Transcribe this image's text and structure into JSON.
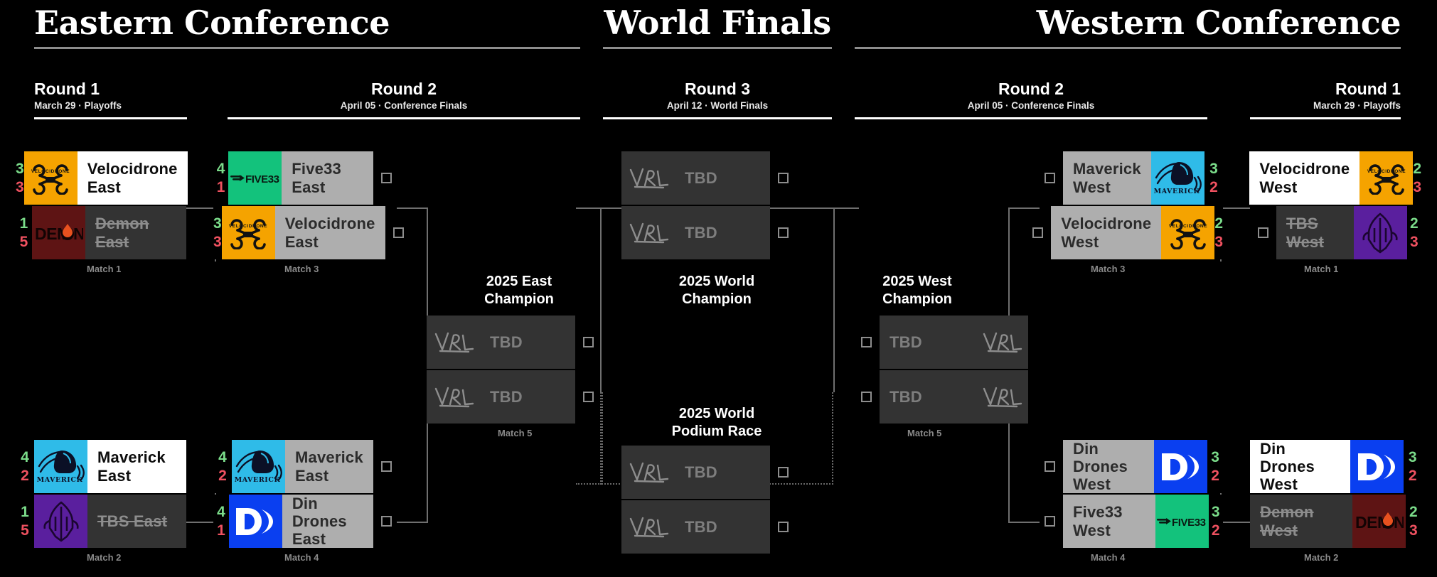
{
  "colors": {
    "background": "#000000",
    "score_win": "#7bdc8a",
    "score_loss": "#ef5160",
    "winner_bg": "#ffffff",
    "loser_bg": "#333333",
    "pending_bg": "#aeaeae",
    "tbd_bg": "#333333",
    "rule": "#8d8d8d",
    "connector": "#6f6f6f",
    "velocidrone": "#f5a300",
    "demon": "#5e1414",
    "maverick": "#2fbbe8",
    "tbs": "#5a1f9e",
    "five33": "#13c27c",
    "dindrones": "#0a3ff0"
  },
  "conferences": [
    {
      "id": "east",
      "title": "Eastern Conference"
    },
    {
      "id": "world",
      "title": "World Finals"
    },
    {
      "id": "west",
      "title": "Western Conference"
    }
  ],
  "rounds": [
    {
      "id": "e1",
      "name": "Round 1",
      "subtitle": "March 29 · Playoffs"
    },
    {
      "id": "e2",
      "name": "Round 2",
      "subtitle": "April 05 · Conference Finals"
    },
    {
      "id": "w3",
      "name": "Round 3",
      "subtitle": "April 12 · World Finals"
    },
    {
      "id": "w2",
      "name": "Round 2",
      "subtitle": "April 05 · Conference Finals"
    },
    {
      "id": "w1",
      "name": "Round 1",
      "subtitle": "March 29 · Playoffs"
    }
  ],
  "champion_captions": {
    "east": "2025 East\nChampion",
    "world": "2025 World\nChampion",
    "podium": "2025 World\nPodium Race",
    "west": "2025 West\nChampion"
  },
  "tbd_label": "TBD",
  "matches": {
    "east_m1": {
      "label": "Match 1",
      "rows": [
        {
          "team": "Velocidrone East",
          "lines": [
            "Velocidrone",
            "East"
          ],
          "logo": "velocidrone",
          "top": "3",
          "bottom": "3",
          "state": "winner",
          "checkbox": false
        },
        {
          "team": "Demon East",
          "lines": [
            "Demon East"
          ],
          "logo": "demon",
          "top": "1",
          "bottom": "5",
          "state": "loser",
          "checkbox": false
        }
      ]
    },
    "east_m2": {
      "label": "Match 2",
      "rows": [
        {
          "team": "Maverick East",
          "lines": [
            "Maverick",
            "East"
          ],
          "logo": "maverick",
          "top": "4",
          "bottom": "2",
          "state": "winner",
          "checkbox": false
        },
        {
          "team": "TBS East",
          "lines": [
            "TBS East"
          ],
          "logo": "tbs",
          "top": "1",
          "bottom": "5",
          "state": "loser",
          "checkbox": false
        }
      ]
    },
    "east_m3": {
      "label": "Match 3",
      "rows": [
        {
          "team": "Five33 East",
          "lines": [
            "Five33 East"
          ],
          "logo": "five33",
          "top": "4",
          "bottom": "1",
          "state": "pending",
          "checkbox": true
        },
        {
          "team": "Velocidrone East",
          "lines": [
            "Velocidrone",
            "East"
          ],
          "logo": "velocidrone",
          "top": "3",
          "bottom": "3",
          "state": "pending",
          "checkbox": true
        }
      ]
    },
    "east_m4": {
      "label": "Match 4",
      "rows": [
        {
          "team": "Maverick East",
          "lines": [
            "Maverick",
            "East"
          ],
          "logo": "maverick",
          "top": "4",
          "bottom": "2",
          "state": "pending",
          "checkbox": true
        },
        {
          "team": "Din Drones East",
          "lines": [
            "Din Drones",
            "East"
          ],
          "logo": "dindrones",
          "top": "4",
          "bottom": "1",
          "state": "pending",
          "checkbox": true
        }
      ]
    },
    "east_m5": {
      "label": "Match 5",
      "rows": [
        {
          "team": "TBD",
          "lines": [
            "TBD"
          ],
          "logo": "vrl",
          "top": "",
          "bottom": "",
          "state": "tbd",
          "checkbox": true
        },
        {
          "team": "TBD",
          "lines": [
            "TBD"
          ],
          "logo": "vrl",
          "top": "",
          "bottom": "",
          "state": "tbd",
          "checkbox": true
        }
      ]
    },
    "world_top": {
      "label": "",
      "rows": [
        {
          "team": "TBD",
          "lines": [
            "TBD"
          ],
          "logo": "vrl",
          "top": "",
          "bottom": "",
          "state": "tbd",
          "checkbox": true
        },
        {
          "team": "TBD",
          "lines": [
            "TBD"
          ],
          "logo": "vrl",
          "top": "",
          "bottom": "",
          "state": "tbd",
          "checkbox": true
        }
      ]
    },
    "world_bottom": {
      "label": "",
      "rows": [
        {
          "team": "TBD",
          "lines": [
            "TBD"
          ],
          "logo": "vrl",
          "top": "",
          "bottom": "",
          "state": "tbd",
          "checkbox": true
        },
        {
          "team": "TBD",
          "lines": [
            "TBD"
          ],
          "logo": "vrl",
          "top": "",
          "bottom": "",
          "state": "tbd",
          "checkbox": true
        }
      ]
    },
    "west_m1": {
      "label": "Match 1",
      "rows": [
        {
          "team": "Velocidrone West",
          "lines": [
            "Velocidrone",
            "West"
          ],
          "logo": "velocidrone",
          "top": "2",
          "bottom": "3",
          "state": "winner",
          "checkbox": false
        },
        {
          "team": "TBS West",
          "lines": [
            "TBS West"
          ],
          "logo": "tbs",
          "top": "2",
          "bottom": "3",
          "state": "loser",
          "checkbox": true
        }
      ]
    },
    "west_m2": {
      "label": "Match 2",
      "rows": [
        {
          "team": "Din Drones West",
          "lines": [
            "Din Drones",
            "West"
          ],
          "logo": "dindrones",
          "top": "3",
          "bottom": "2",
          "state": "winner",
          "checkbox": false
        },
        {
          "team": "Demon West",
          "lines": [
            "Demon West"
          ],
          "logo": "demon",
          "top": "2",
          "bottom": "3",
          "state": "loser",
          "checkbox": false
        }
      ]
    },
    "west_m3": {
      "label": "Match 3",
      "rows": [
        {
          "team": "Maverick West",
          "lines": [
            "Maverick",
            "West"
          ],
          "logo": "maverick",
          "top": "3",
          "bottom": "2",
          "state": "pending",
          "checkbox": true
        },
        {
          "team": "Velocidrone West",
          "lines": [
            "Velocidrone",
            "West"
          ],
          "logo": "velocidrone",
          "top": "2",
          "bottom": "3",
          "state": "pending",
          "checkbox": true
        }
      ]
    },
    "west_m4": {
      "label": "Match 4",
      "rows": [
        {
          "team": "Din Drones West",
          "lines": [
            "Din Drones",
            "West"
          ],
          "logo": "dindrones",
          "top": "3",
          "bottom": "2",
          "state": "pending",
          "checkbox": true
        },
        {
          "team": "Five33 West",
          "lines": [
            "Five33 West"
          ],
          "logo": "five33",
          "top": "3",
          "bottom": "2",
          "state": "pending",
          "checkbox": true
        }
      ]
    },
    "west_m5": {
      "label": "Match 5",
      "rows": [
        {
          "team": "TBD",
          "lines": [
            "TBD"
          ],
          "logo": "vrl",
          "top": "",
          "bottom": "",
          "state": "tbd",
          "checkbox": true
        },
        {
          "team": "TBD",
          "lines": [
            "TBD"
          ],
          "logo": "vrl",
          "top": "",
          "bottom": "",
          "state": "tbd",
          "checkbox": true
        }
      ]
    }
  }
}
